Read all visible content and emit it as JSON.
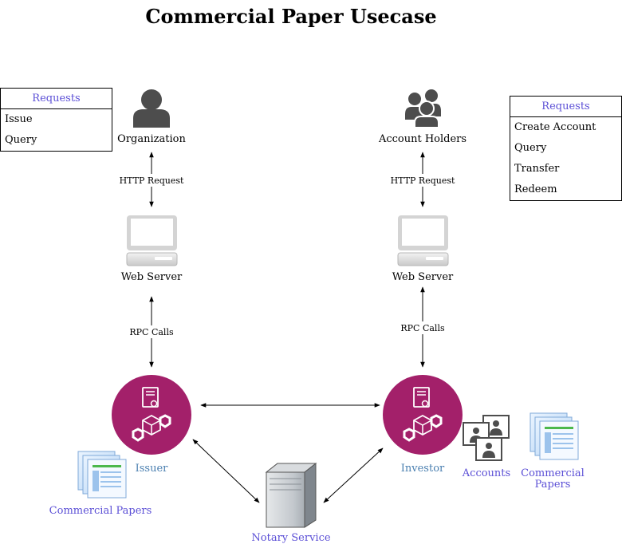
{
  "title": "Commercial Paper Usecase",
  "requests_left": {
    "header": "Requests",
    "items": [
      "Issue",
      "Query"
    ]
  },
  "requests_right": {
    "header": "Requests",
    "items": [
      "Create Account",
      "Query",
      "Transfer",
      "Redeem"
    ]
  },
  "nodes": {
    "organization": "Organization",
    "account_holders": "Account Holders",
    "web_server_left": "Web Server",
    "web_server_right": "Web Server",
    "issuer": "Issuer",
    "investor": "Investor",
    "notary": "Notary Service",
    "accounts": "Accounts",
    "commercial_papers_left": "Commercial Papers",
    "commercial_papers_right_line1": "Commercial",
    "commercial_papers_right_line2": "Papers"
  },
  "edges": {
    "http_left": "HTTP Request",
    "http_right": "HTTP Request",
    "rpc_left": "RPC Calls",
    "rpc_right": "RPC Calls"
  },
  "colors": {
    "node_fill": "#a3206a",
    "label_purple": "#5b4fd6",
    "label_steel": "#4a7fb0",
    "person_gray": "#4d4d4d"
  },
  "icons": {
    "organization": "person-icon",
    "account_holders": "group-icon",
    "web_server": "computer-icon",
    "corda_node": "certificate-cube-icon",
    "notary": "server-tower-icon",
    "accounts": "contacts-icon",
    "commercial_papers": "documents-icon"
  }
}
